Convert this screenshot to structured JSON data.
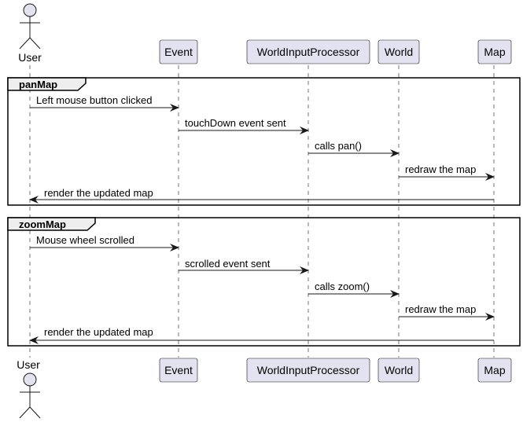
{
  "participants": {
    "user": {
      "label": "User",
      "kind": "actor"
    },
    "event": {
      "label": "Event"
    },
    "wip": {
      "label": "WorldInputProcessor"
    },
    "world": {
      "label": "World"
    },
    "map": {
      "label": "Map"
    }
  },
  "fragments": [
    {
      "title": "panMap",
      "messages": [
        {
          "from": "user",
          "to": "event",
          "label": "Left mouse button clicked"
        },
        {
          "from": "event",
          "to": "wip",
          "label": "touchDown event sent"
        },
        {
          "from": "wip",
          "to": "world",
          "label": "calls pan()"
        },
        {
          "from": "world",
          "to": "map",
          "label": "redraw the map"
        },
        {
          "from": "map",
          "to": "user",
          "label": "render the updated map"
        }
      ]
    },
    {
      "title": "zoomMap",
      "messages": [
        {
          "from": "user",
          "to": "event",
          "label": "Mouse wheel scrolled"
        },
        {
          "from": "event",
          "to": "wip",
          "label": "scrolled event sent"
        },
        {
          "from": "wip",
          "to": "world",
          "label": "calls zoom()"
        },
        {
          "from": "world",
          "to": "map",
          "label": "redraw the map"
        },
        {
          "from": "map",
          "to": "user",
          "label": "render the updated map"
        }
      ]
    }
  ],
  "colors": {
    "participant_fill": "#E2E2F0",
    "participant_stroke": "#181818",
    "lifeline": "#181818",
    "frame_stroke": "#000000",
    "frame_tab_fill": "#EEEEEE"
  }
}
